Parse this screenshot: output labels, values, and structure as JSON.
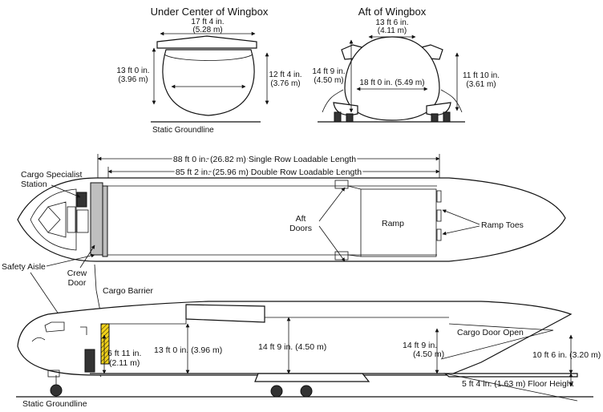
{
  "views": {
    "under_wingbox": {
      "title": "Under Center of Wingbox",
      "top_width": "17 ft 4 in.",
      "top_width_m": "(5.28 m)",
      "left_height": "13 ft 0 in.",
      "left_height_m": "(3.96 m)",
      "right_height": "12 ft 4 in.",
      "right_height_m": "(3.76 m)",
      "groundline": "Static Groundline"
    },
    "aft_wingbox": {
      "title": "Aft of Wingbox",
      "top_width": "13 ft 6 in.",
      "top_width_m": "(4.11 m)",
      "left_height": "14 ft 9 in.",
      "left_height_m": "(4.50 m)",
      "floor_width": "18 ft 0 in. (5.49 m)",
      "right_height": "11 ft 10 in.",
      "right_height_m": "(3.61 m)"
    }
  },
  "plan": {
    "single_row": "88 ft 0 in. (26.82 m) Single Row Loadable Length",
    "double_row": "85 ft 2 in. (25.96 m) Double Row Loadable Length",
    "cargo_specialist": "Cargo Specialist",
    "station": "Station",
    "aft": "Aft",
    "doors": "Doors",
    "ramp": "Ramp",
    "ramp_toes": "Ramp Toes",
    "safety_aisle": "Safety Aisle",
    "crew": "Crew",
    "door": "Door",
    "cargo_barrier": "Cargo Barrier"
  },
  "side": {
    "h1": "6 ft 11 in.",
    "h1_m": "(2.11 m)",
    "h2": "13 ft 0 in. (3.96 m)",
    "h3": "14 ft 9 in. (4.50 m)",
    "h4": "14 ft 9 in.",
    "h4_m": "(4.50 m)",
    "cargo_door_open": "Cargo Door Open",
    "h5": "10 ft 6 in. (3.20 m)",
    "floor_height": "5 ft 4 in. (1.63 m) Floor Height",
    "groundline": "Static Groundline"
  }
}
